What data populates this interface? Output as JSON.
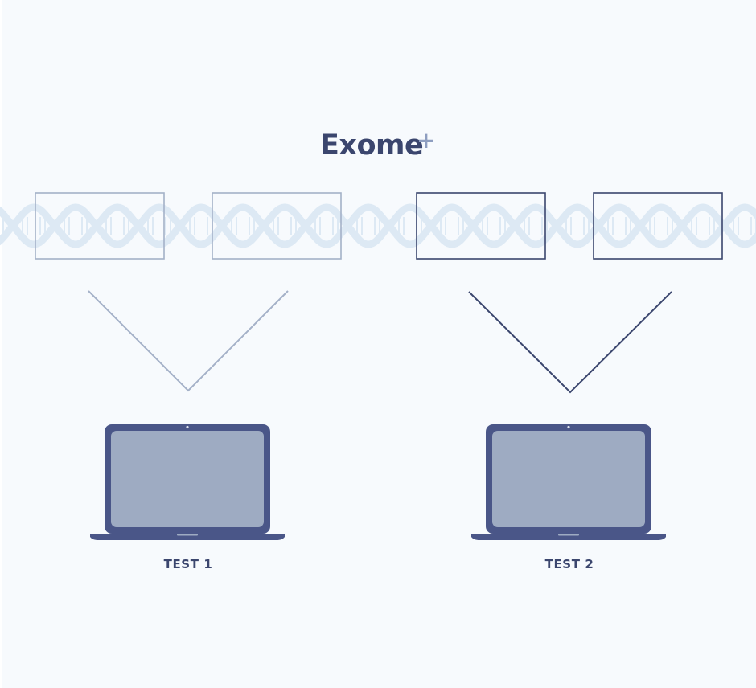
{
  "title": {
    "text": "Exome",
    "superscript": "+"
  },
  "tests": [
    {
      "label": "TEST 1",
      "state": "inactive"
    },
    {
      "label": "TEST 2",
      "state": "active"
    }
  ],
  "colors": {
    "background": "#f7fafd",
    "title": "#3b466e",
    "superscript": "#8e9ec0",
    "inactive_stroke": "#a4b1c8",
    "active_stroke": "#3b466e",
    "dna": "#dde9f4",
    "laptop_body": "#4a5688",
    "laptop_screen": "#9eabc2"
  },
  "icons": {
    "dna": "dna-strand-icon",
    "laptop": "laptop-icon"
  }
}
